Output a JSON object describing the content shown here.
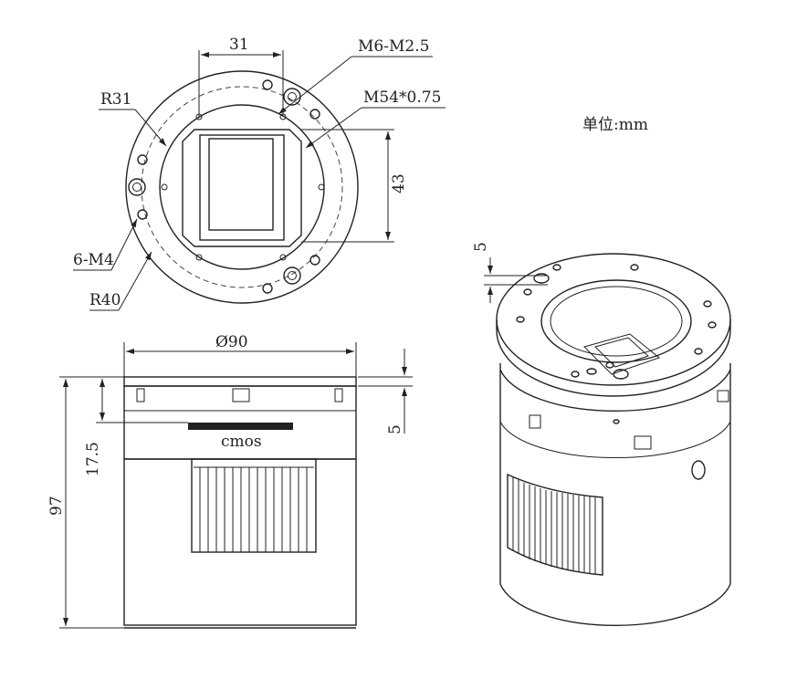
{
  "labels": {
    "dim_31": "31",
    "m6": "M6-M2.5",
    "r31": "R31",
    "m54": "M54*0.75",
    "dim_43": "43",
    "m4": "6-M4",
    "r40": "R40",
    "unit": "单位:mm",
    "dim_5_right": "5",
    "diameter": "Ø90",
    "dim_5_mid": "5",
    "sensor": "cmos",
    "dim_17_5": "17.5",
    "dim_97": "97"
  }
}
